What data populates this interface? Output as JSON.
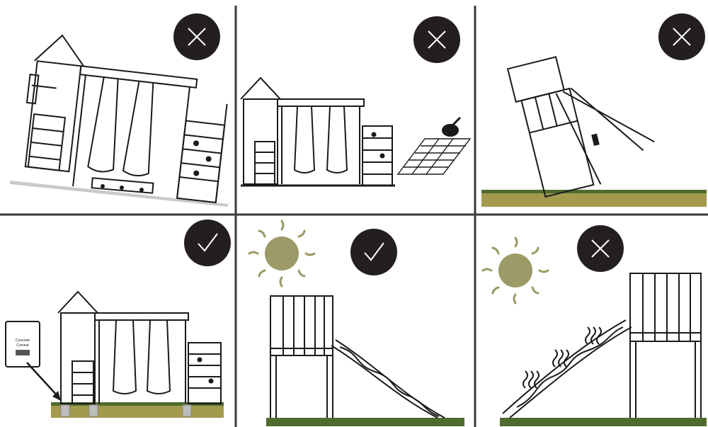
{
  "colors": {
    "background": "#ffffff",
    "divider": "#3a3a3a",
    "badge": "#231f20",
    "badge_mark": "#ffffff",
    "line_art": "#1a1a1a",
    "sun": "#9c9a66",
    "grass": "#4f6b2e",
    "soil": "#a39a4e",
    "tilted_ground": "#c9c9c9"
  },
  "panels": [
    {
      "id": "tilted-ground",
      "verdict": "incorrect",
      "icon": "cross-icon"
    },
    {
      "id": "hard-paved-surface",
      "verdict": "incorrect",
      "icon": "cross-icon"
    },
    {
      "id": "not-anchored-tipping",
      "verdict": "incorrect",
      "icon": "cross-icon"
    },
    {
      "id": "anchored-in-concrete",
      "verdict": "correct",
      "icon": "check-icon"
    },
    {
      "id": "slide-facing-away-from-sun",
      "verdict": "correct",
      "icon": "check-icon"
    },
    {
      "id": "slide-facing-sun",
      "verdict": "incorrect",
      "icon": "cross-icon"
    }
  ],
  "concrete_bag": {
    "line1": "Concrete",
    "line2": "Cement"
  }
}
